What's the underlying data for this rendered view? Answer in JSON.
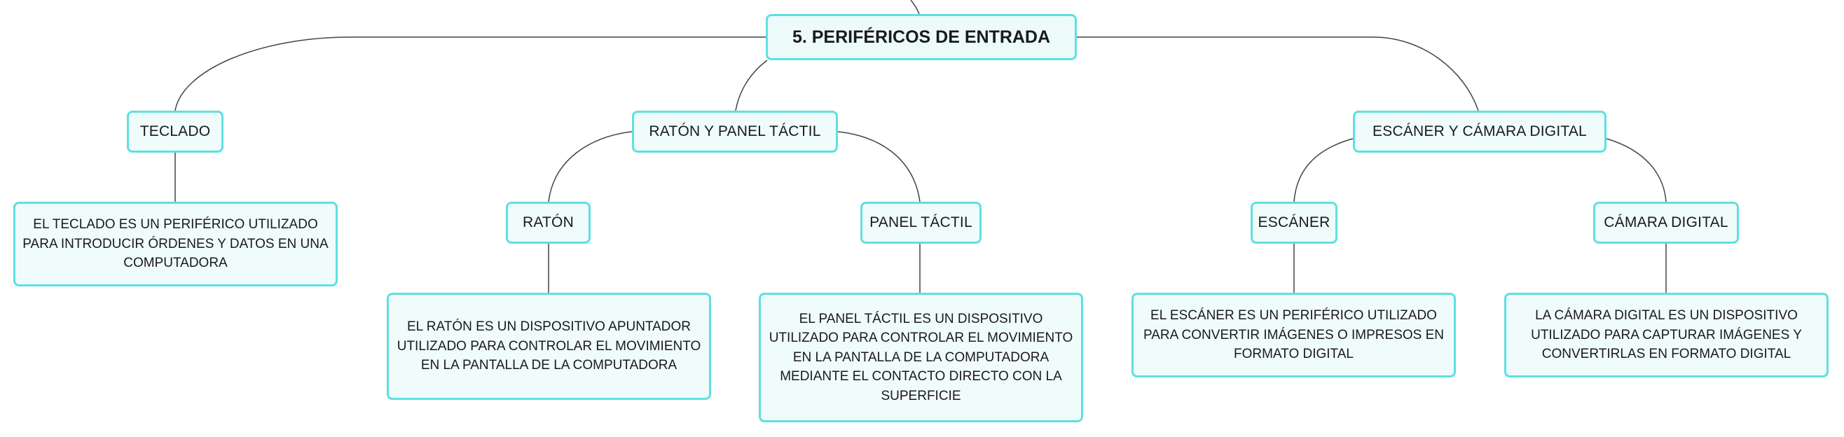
{
  "root": {
    "label": "5. PERIFÉRICOS DE ENTRADA"
  },
  "branches": {
    "teclado": {
      "label": "TECLADO",
      "description": "EL TECLADO ES UN PERIFÉRICO UTILIZADO PARA INTRODUCIR ÓRDENES Y DATOS EN UNA COMPUTADORA"
    },
    "raton_panel": {
      "label": "RATÓN Y PANEL TÁCTIL",
      "raton": {
        "label": "RATÓN",
        "description": "EL RATÓN ES UN DISPOSITIVO APUNTADOR UTILIZADO PARA CONTROLAR EL MOVIMIENTO EN LA PANTALLA DE LA COMPUTADORA"
      },
      "panel": {
        "label": "PANEL TÁCTIL",
        "description": "EL PANEL TÁCTIL ES UN DISPOSITIVO UTILIZADO PARA CONTROLAR EL MOVIMIENTO EN LA PANTALLA DE LA COMPUTADORA MEDIANTE EL CONTACTO DIRECTO CON LA SUPERFICIE"
      }
    },
    "escaner_camara": {
      "label": "ESCÁNER Y CÁMARA DIGITAL",
      "escaner": {
        "label": "ESCÁNER",
        "description": "EL ESCÁNER ES UN PERIFÉRICO UTILIZADO PARA CONVERTIR IMÁGENES O IMPRESOS EN FORMATO DIGITAL"
      },
      "camara": {
        "label": "CÁMARA DIGITAL",
        "description": "LA CÁMARA DIGITAL ES UN DISPOSITIVO UTILIZADO PARA CAPTURAR IMÁGENES Y CONVERTIRLAS EN FORMATO DIGITAL"
      }
    }
  },
  "colors": {
    "node_border": "#5fe0e0",
    "node_fill": "#f0fbfb",
    "connector": "#444444"
  }
}
